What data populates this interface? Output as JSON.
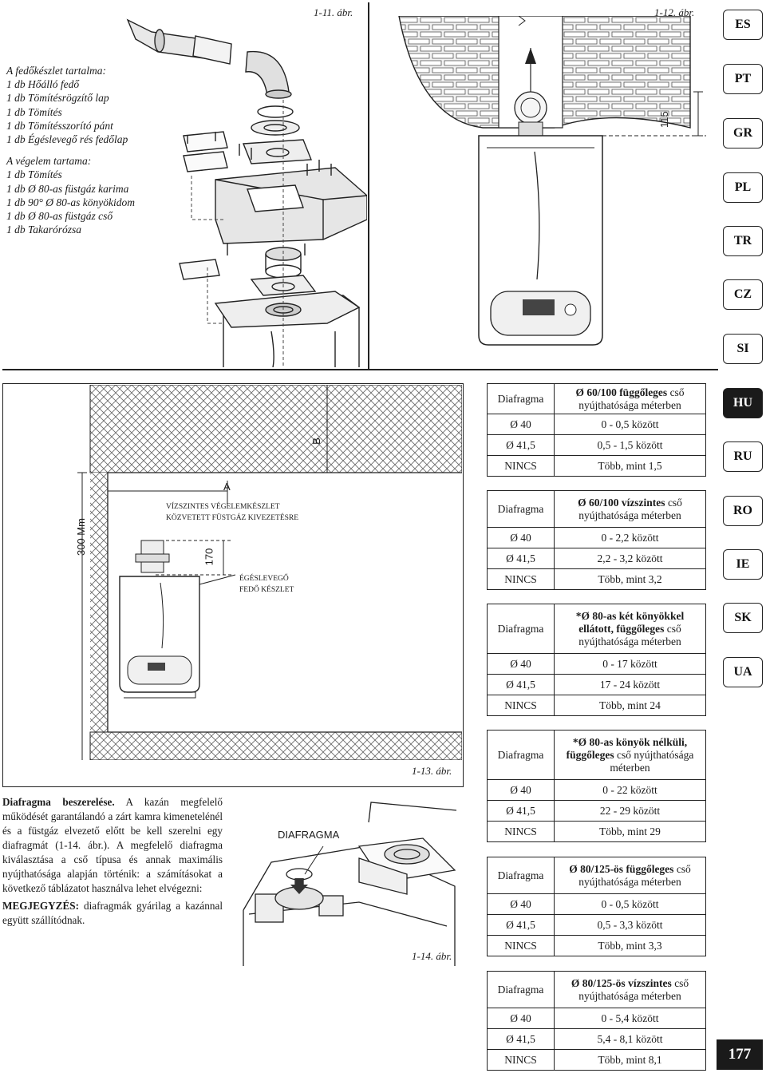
{
  "figures": {
    "fig11_label": "1-11. ábr.",
    "fig12_label": "1-12. ábr.",
    "fig13_label": "1-13. ábr.",
    "fig14_label": "1-14. ábr.",
    "fig12_dim": "115",
    "fig13_dim_300": "300 Mm",
    "fig13_dim_b": "B",
    "fig13_dim_a": "A",
    "fig13_dim_170": "170",
    "fig13_note1_l1": "VÍZSZINTES VÉGELEMKÉSZLET",
    "fig13_note1_l2": "KÖZVETETT FÜSTGÁZ KIVEZETÉSRE",
    "fig13_note2_l1": "ÉGÉSLEVEGŐ",
    "fig13_note2_l2": "FEDŐ KÉSZLET",
    "fig14_label_diafragma": "DIAFRAGMA"
  },
  "kit_contents": {
    "cover_title": "A fedőkészlet tartalma:",
    "cover_items": [
      "1 db Hőálló fedő",
      "1 db Tömítésrögzítő lap",
      "1 db Tömítés",
      "1 db Tömítésszorító pánt",
      "1 db Égéslevegő rés fedőlap"
    ],
    "end_title": "A végelem tartama:",
    "end_items": [
      "1 db Tömítés",
      "1 db Ø 80-as füstgáz karima",
      "1 db 90° Ø 80-as könyökidom",
      "1 db Ø 80-as füstgáz cső",
      "1 db Takarórózsa"
    ]
  },
  "languages": [
    "ES",
    "PT",
    "GR",
    "PL",
    "TR",
    "CZ",
    "SI",
    "HU",
    "RU",
    "RO",
    "IE",
    "SK",
    "UA"
  ],
  "active_language": "HU",
  "tables": [
    {
      "h_bold": "Ø 60/100 függőleges",
      "h_rest": " cső nyújthatósága méterben",
      "rows": [
        [
          "Ø 40",
          "0 - 0,5 között"
        ],
        [
          "Ø 41,5",
          "0,5 - 1,5 között"
        ],
        [
          "NINCS",
          "Több, mint 1,5"
        ]
      ]
    },
    {
      "h_bold": "Ø 60/100 vízszintes",
      "h_rest": " cső nyújthatósága méterben",
      "rows": [
        [
          "Ø 40",
          "0 - 2,2 között"
        ],
        [
          "Ø 41,5",
          "2,2 - 3,2 között"
        ],
        [
          "NINCS",
          "Több, mint 3,2"
        ]
      ]
    },
    {
      "h_bold": "*Ø 80-as két könyökkel ellátott, függőleges",
      "h_rest": " cső nyújthatósága méterben",
      "rows": [
        [
          "Ø 40",
          "0 - 17 között"
        ],
        [
          "Ø 41,5",
          "17 - 24 között"
        ],
        [
          "NINCS",
          "Több, mint 24"
        ]
      ]
    },
    {
      "h_bold": "*Ø 80-as könyök nélküli, függőleges",
      "h_rest": " cső nyújthatósága méterben",
      "rows": [
        [
          "Ø 40",
          "0 - 22 között"
        ],
        [
          "Ø 41,5",
          "22 - 29 között"
        ],
        [
          "NINCS",
          "Több, mint 29"
        ]
      ]
    },
    {
      "h_bold": "Ø 80/125-ös függőleges",
      "h_rest": " cső nyújthatósága méterben",
      "rows": [
        [
          "Ø 40",
          "0 - 0,5 között"
        ],
        [
          "Ø 41,5",
          "0,5 - 3,3 között"
        ],
        [
          "NINCS",
          "Több, mint 3,3"
        ]
      ]
    },
    {
      "h_bold": "Ø 80/125-ös vízszintes",
      "h_rest": " cső nyújthatósága méterben",
      "rows": [
        [
          "Ø 40",
          "0 - 5,4 között"
        ],
        [
          "Ø 41,5",
          "5,4 - 8,1 között"
        ],
        [
          "NINCS",
          "Több, mint 8,1"
        ]
      ]
    }
  ],
  "table_col_header": "Diafragma",
  "body": {
    "p1_bold": "Diafragma beszerelése.",
    "p1_rest": " A kazán megfelelő működését garantálandó a zárt kamra kimenetelénél és a füstgáz elvezető előtt be kell szerelni egy diafragmát (1-14. ábr.). A megfelelő diafragma kiválasztása a cső típusa és annak maximális nyújthatósága alapján történik: a számításokat a következő táblázatot használva lehet elvégezni:",
    "p2_bold": "MEGJEGYZÉS:",
    "p2_rest": " diafragmák gyárilag a kazánnal együtt szállítódnak."
  },
  "page_number": "177"
}
